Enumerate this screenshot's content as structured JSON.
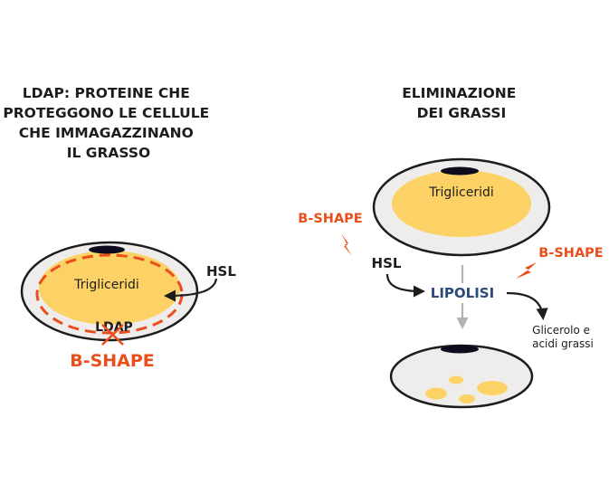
{
  "left_panel": {
    "title_lines": [
      "LDAP: PROTEINE CHE",
      "PROTEGGONO LE CELLULE",
      "CHE IMMAGAZZINANO",
      "IL GRASSO"
    ],
    "cell_label": "Trigliceridi",
    "hsl_label": "HSL",
    "ldap_label": "LDAP",
    "bshape_label": "B-SHAPE"
  },
  "right_panel": {
    "title_lines": [
      "ELIMINAZIONE",
      "DEI GRASSI"
    ],
    "cell_label": "Trigliceridi",
    "bshape_left_label": "B-SHAPE",
    "bshape_right_label": "B-SHAPE",
    "hsl_label": "HSL",
    "lipolisi_label": "LIPOLISI",
    "products_lines": [
      "Glicerolo e",
      "acidi grassi"
    ]
  },
  "colors": {
    "fat": "#fcd267",
    "cell_fill": "#efedeb",
    "outline": "#1d1d1b",
    "nucleus": "#0c0c1e",
    "accent_orange": "#e94e1b",
    "lipolisi_blue": "#2c4a7c",
    "grey_arrow": "#b2b2b2"
  }
}
